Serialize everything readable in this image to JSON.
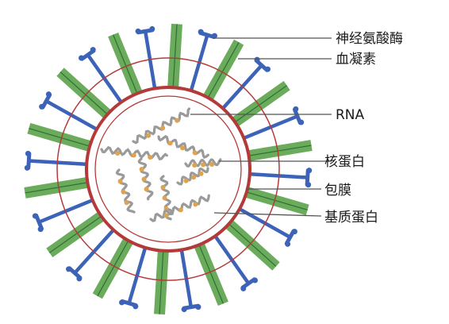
{
  "labels": {
    "neuraminidase": "神经氨酸酶",
    "hemagglutinin": "血凝素",
    "rna": "RNA",
    "nucleoprotein": "核蛋白",
    "envelope": "包膜",
    "matrix_protein": "基质蛋白"
  },
  "colors": {
    "spike_green": "#6aab5c",
    "spike_green_line": "#2f6f35",
    "spike_blue": "#3c63b8",
    "membrane_red": "#b43a3a",
    "rna_gray": "#9a9a9a",
    "protein_orange": "#e0a24a",
    "leader_line": "#555555"
  }
}
